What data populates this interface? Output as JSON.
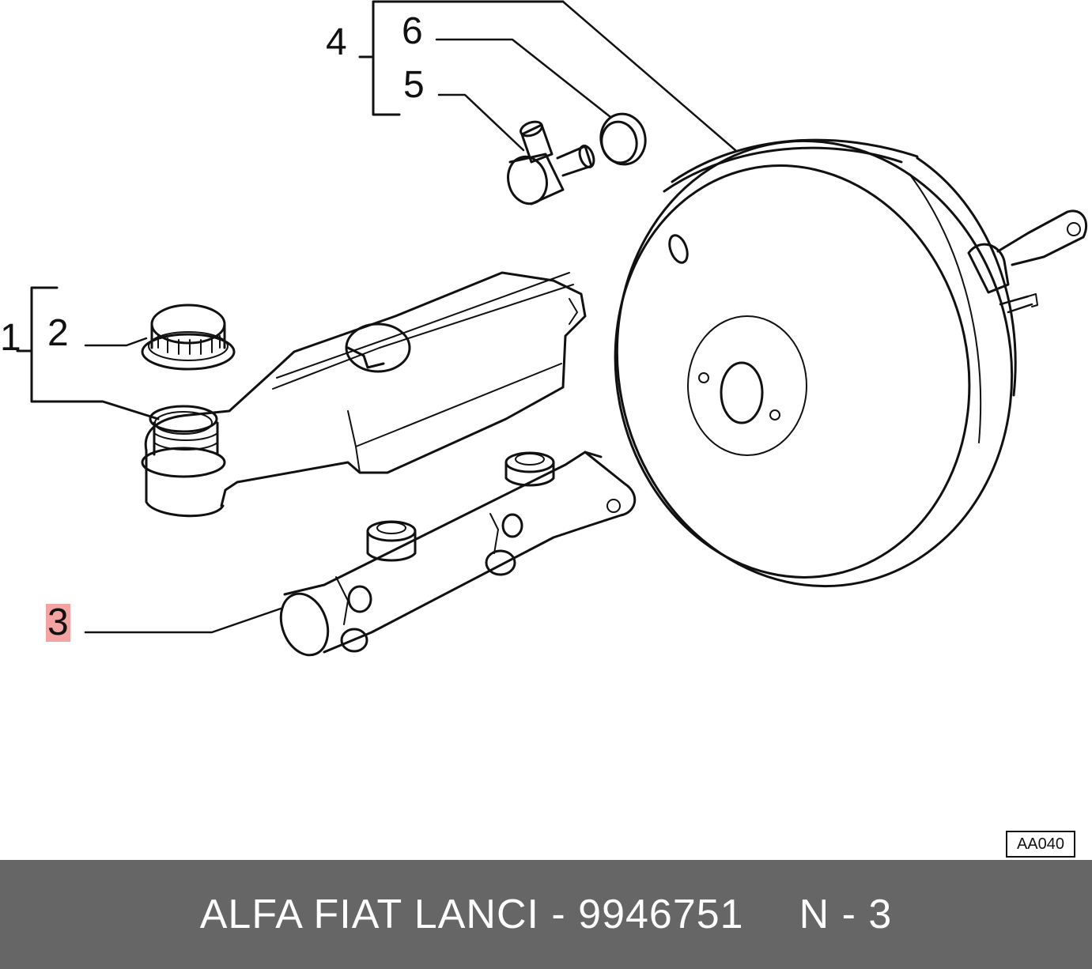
{
  "callouts": {
    "c1": "1",
    "c2": "2",
    "c3": "3",
    "c4": "4",
    "c5": "5",
    "c6": "6"
  },
  "highlight_color": "#f4a3a3",
  "drawing_code": "AA040",
  "footer": {
    "part_text": "ALFA FIAT LANCI - 9946751",
    "ref_text": "N - 3",
    "background": "#666666"
  }
}
